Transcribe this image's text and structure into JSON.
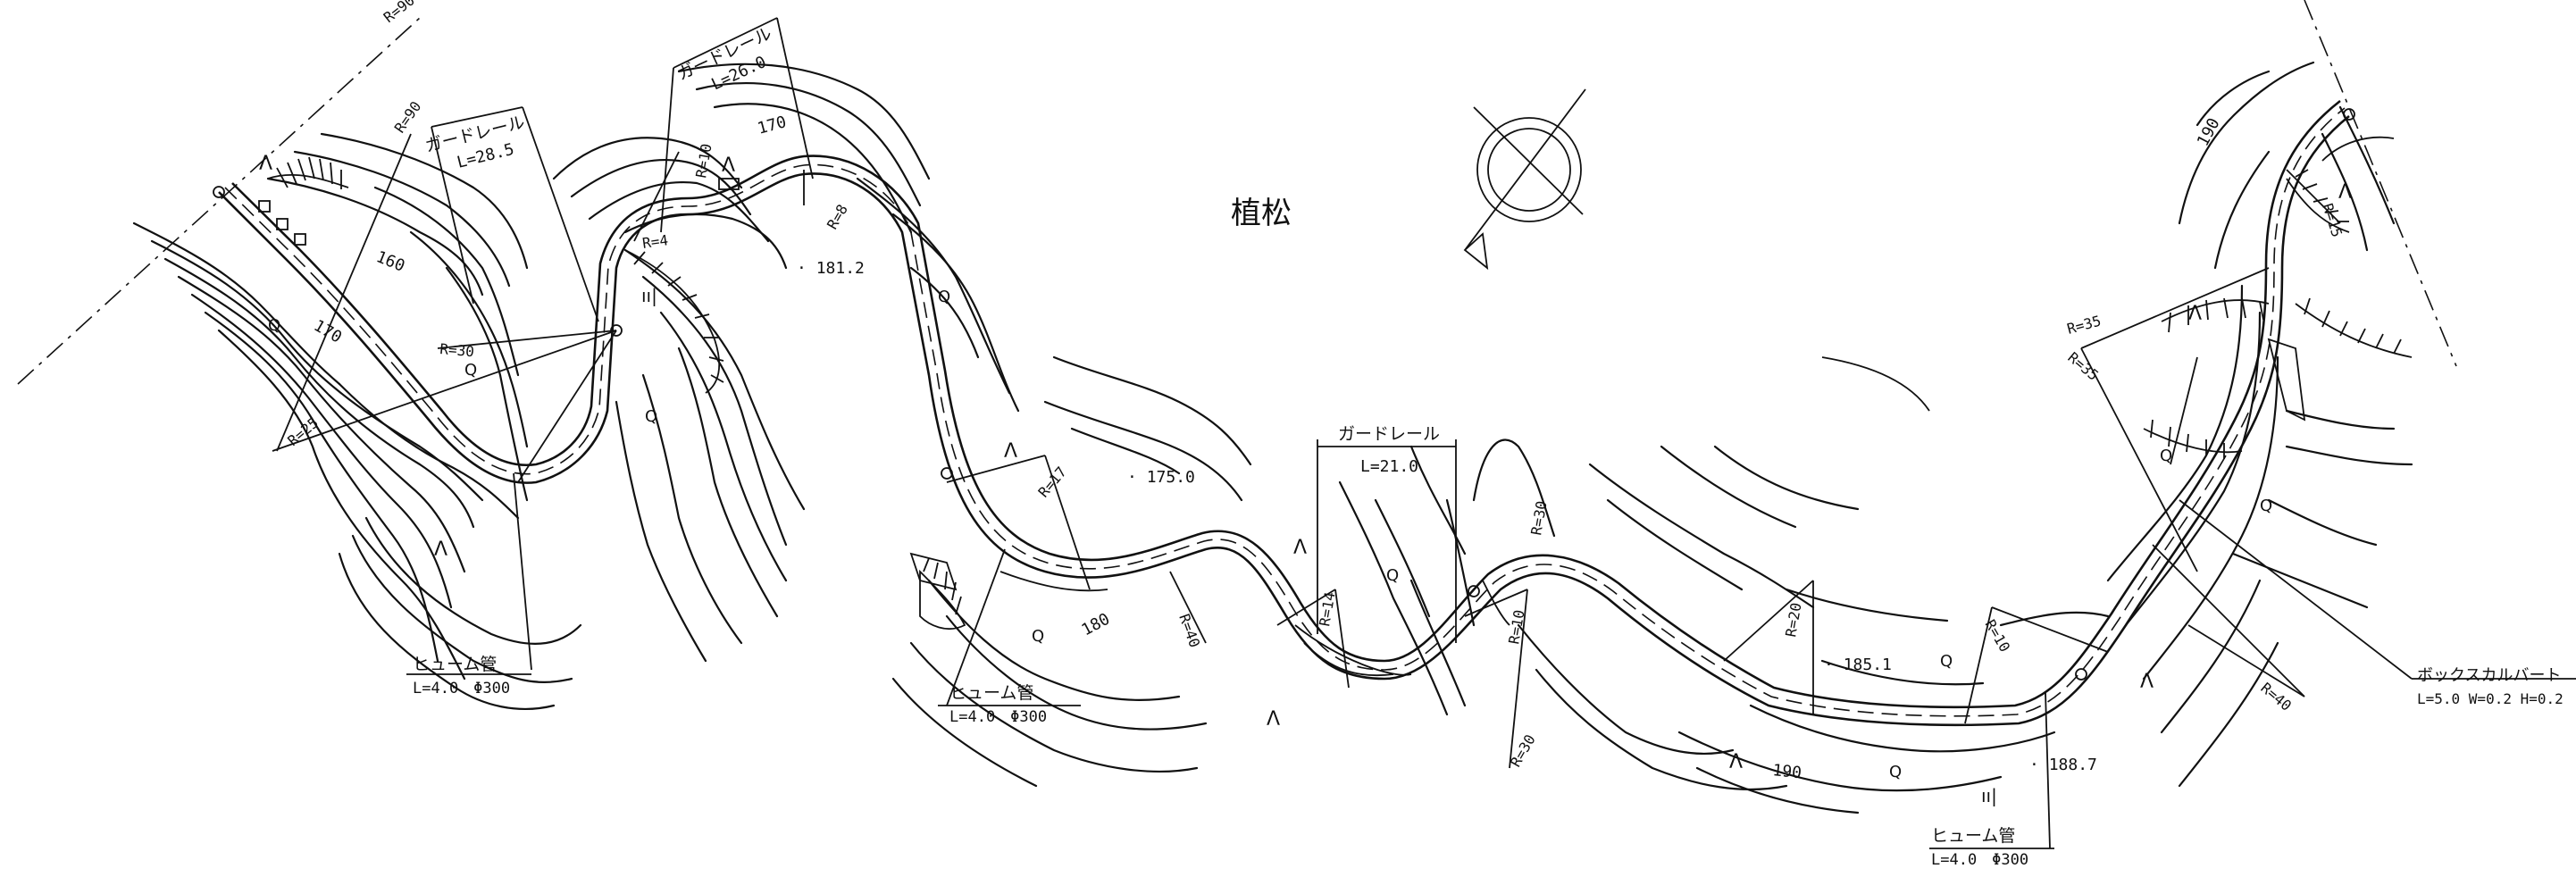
{
  "place_name": "植松",
  "guardrails": [
    {
      "title": "ガードレール",
      "length": "L=28.5"
    },
    {
      "title": "ガードレール",
      "length": "L=26.0"
    },
    {
      "title": "ガードレール",
      "length": "L=21.0"
    }
  ],
  "pipes": [
    {
      "title": "ヒューム管",
      "spec": "L=4.0　Φ300"
    },
    {
      "title": "ヒューム管",
      "spec": "L=4.0　Φ300"
    },
    {
      "title": "ヒューム管",
      "spec": "L=4.0　Φ300"
    }
  ],
  "box_culvert": {
    "title": "ボックスカルバート",
    "spec": "L=5.0 W=0.2 H=0.2"
  },
  "contour_labels": [
    "160",
    "170",
    "170",
    "180",
    "190",
    "190"
  ],
  "spot_heights": [
    "181.2",
    "175.0",
    "185.1",
    "188.7"
  ],
  "curve_radii": [
    "R=90",
    "R=90",
    "R=25",
    "R=30",
    "R=10",
    "R=4",
    "R=8",
    "R=17",
    "R=40",
    "R=14",
    "R=10",
    "R=30",
    "R=20",
    "R=10",
    "R=40",
    "R=35",
    "R=35",
    "R=15",
    "R=30"
  ],
  "symbols": {
    "broadleaf": "Q",
    "conifer": "Λ",
    "field": "ıı|"
  }
}
